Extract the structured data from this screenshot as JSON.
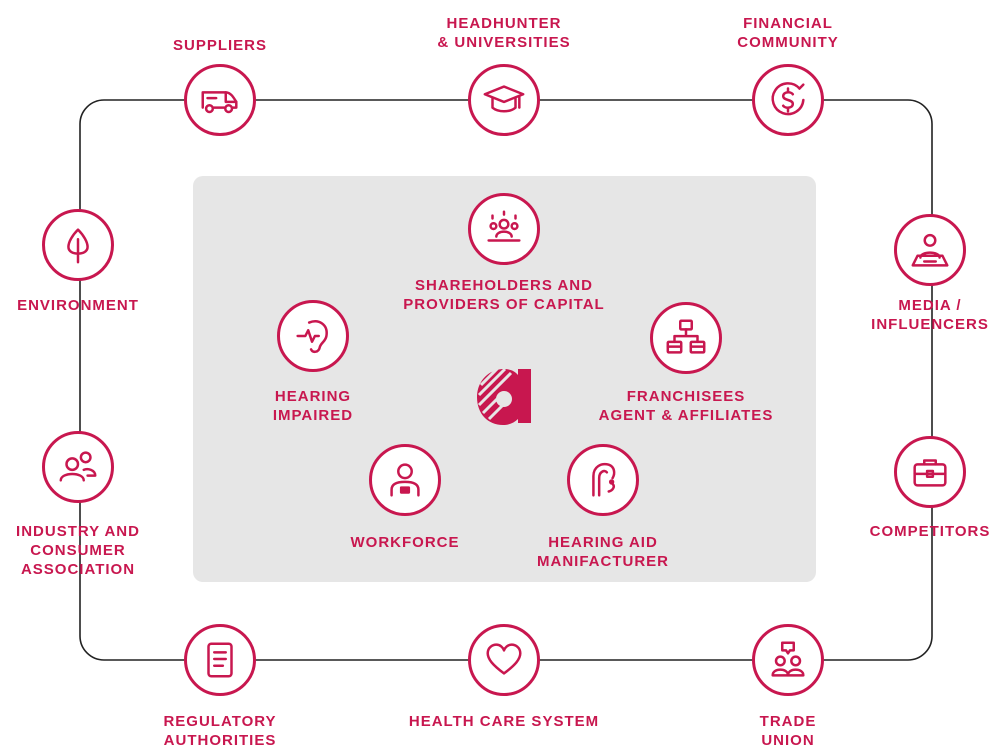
{
  "colors": {
    "accent": "#c8174f",
    "panel": "#e6e6e6",
    "line": "#222222"
  },
  "outer": {
    "suppliers": {
      "icon": "van-icon",
      "lines": [
        "SUPPLIERS"
      ]
    },
    "headhunter": {
      "icon": "graduation-cap-icon",
      "lines": [
        "HEADHUNTER",
        "& UNIVERSITIES"
      ]
    },
    "financial": {
      "icon": "dollar-coin-icon",
      "lines": [
        "FINANCIAL",
        "COMMUNITY"
      ]
    },
    "media": {
      "icon": "presenter-icon",
      "lines": [
        "MEDIA /",
        "INFLUENCERS"
      ]
    },
    "competitors": {
      "icon": "briefcase-icon",
      "lines": [
        "COMPETITORS"
      ]
    },
    "trade_union": {
      "icon": "group-speech-icon",
      "lines": [
        "TRADE",
        "UNION"
      ]
    },
    "health_care": {
      "icon": "heart-icon",
      "lines": [
        "HEALTH CARE SYSTEM"
      ]
    },
    "regulatory": {
      "icon": "document-icon",
      "lines": [
        "REGULATORY",
        "AUTHORITIES"
      ]
    },
    "industry": {
      "icon": "people-icon",
      "lines": [
        "INDUSTRY AND",
        "CONSUMER",
        "ASSOCIATION"
      ]
    },
    "environment": {
      "icon": "leaf-icon",
      "lines": [
        "ENVIRONMENT"
      ]
    }
  },
  "inner": {
    "shareholders": {
      "icon": "meeting-icon",
      "lines": [
        "SHAREHOLDERS AND",
        "PROVIDERS OF CAPITAL"
      ]
    },
    "hearing_impaired": {
      "icon": "ear-pulse-icon",
      "lines": [
        "HEARING",
        "IMPAIRED"
      ]
    },
    "franchisees": {
      "icon": "org-chart-icon",
      "lines": [
        "FRANCHISEES",
        "AGENT & AFFILIATES"
      ]
    },
    "workforce": {
      "icon": "employee-icon",
      "lines": [
        "WORKFORCE"
      ]
    },
    "manufacturer": {
      "icon": "hearing-aid-icon",
      "lines": [
        "HEARING AID",
        "MANIFACTURER"
      ]
    }
  },
  "center": {
    "icon": "amplifon-logo-icon"
  }
}
